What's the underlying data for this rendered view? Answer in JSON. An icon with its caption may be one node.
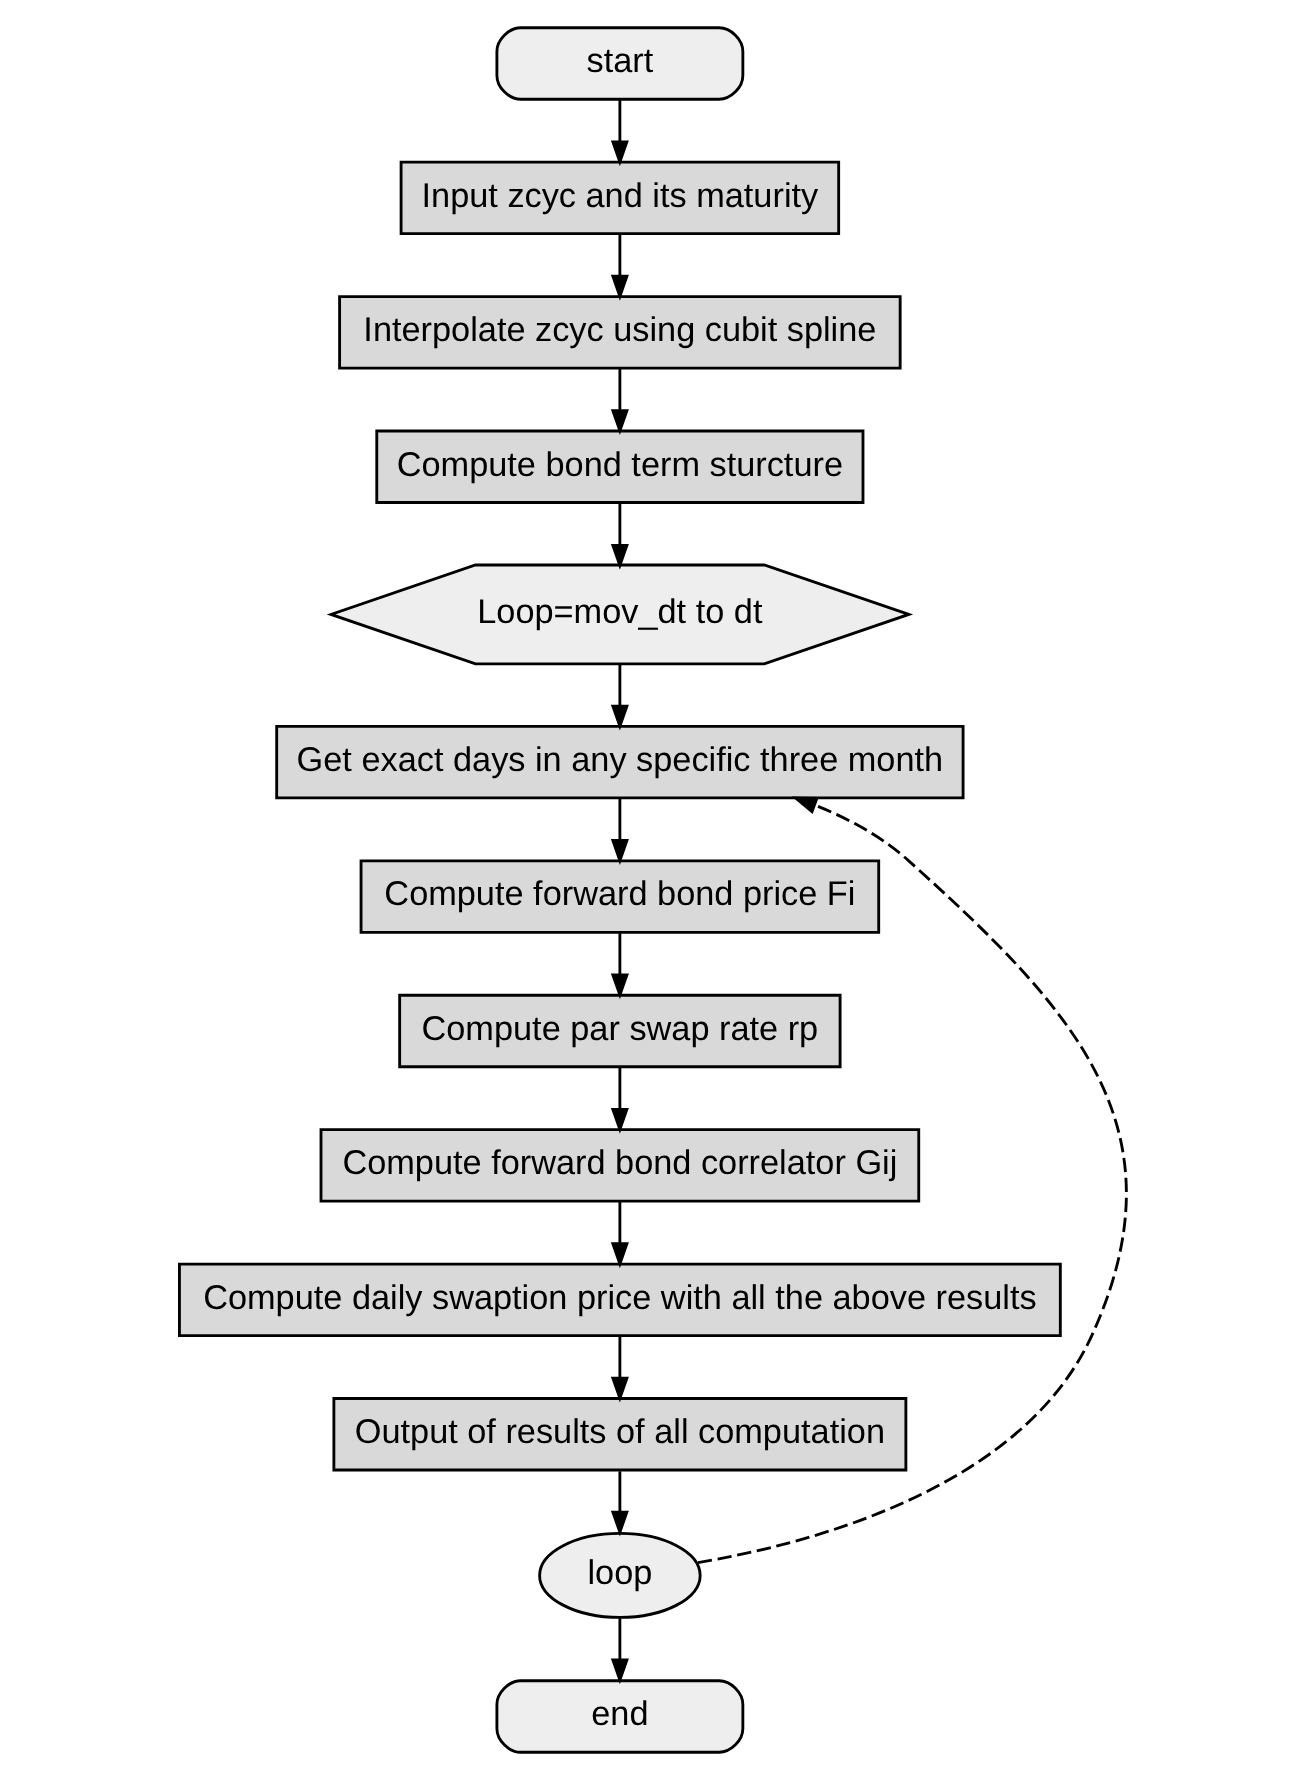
{
  "diagram": {
    "nodes": [
      {
        "text": [
          "start"
        ]
      },
      {
        "text": [
          "Input zcyc and its maturity"
        ]
      },
      {
        "text": [
          "Interpolate zcyc using cubit spline"
        ]
      },
      {
        "text": [
          "Compute bond term sturcture"
        ]
      },
      {
        "text": [
          "Loop=mov_dt to dt"
        ]
      },
      {
        "text": [
          "Get exact days in any specific three month"
        ]
      },
      {
        "text": [
          "Compute forward bond price Fi"
        ]
      },
      {
        "text": [
          "Compute par swap rate rp"
        ]
      },
      {
        "text": [
          "Compute forward bond correlator Gij"
        ]
      },
      {
        "text": [
          "Compute daily swaption price with all the above results"
        ]
      },
      {
        "text": [
          "Output of results of all computation"
        ]
      },
      {
        "text": [
          "loop"
        ]
      },
      {
        "text": [
          "end"
        ]
      }
    ],
    "edges": [
      {
        "from": 0,
        "to": 1,
        "arrow": "to"
      },
      {
        "from": 1,
        "to": 2,
        "arrow": "to"
      },
      {
        "from": 2,
        "to": 3,
        "arrow": "to"
      },
      {
        "from": 3,
        "to": 4,
        "arrow": "to"
      },
      {
        "from": 4,
        "to": 5,
        "arrow": "to"
      },
      {
        "from": 5,
        "to": 6,
        "arrow": "to"
      },
      {
        "from": 6,
        "to": 7,
        "arrow": "to"
      },
      {
        "from": 7,
        "to": 8,
        "arrow": "to"
      },
      {
        "from": 8,
        "to": 9,
        "arrow": "to"
      },
      {
        "from": 9,
        "to": 10,
        "arrow": "to"
      },
      {
        "from": 10,
        "to": 11,
        "arrow": "to"
      },
      {
        "from": 11,
        "to": 12,
        "arrow": "to"
      },
      {
        "from": 11,
        "to": 5,
        "arrow": "to",
        "style": "dashed"
      }
    ]
  }
}
